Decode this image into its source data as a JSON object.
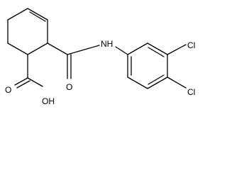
{
  "labels": {
    "hydroxyl": "OH",
    "carboxyl_oxygen": "O",
    "amide_oxygen": "O",
    "amide_nh": "NH",
    "chloro_upper": "Cl",
    "chloro_lower": "Cl"
  }
}
